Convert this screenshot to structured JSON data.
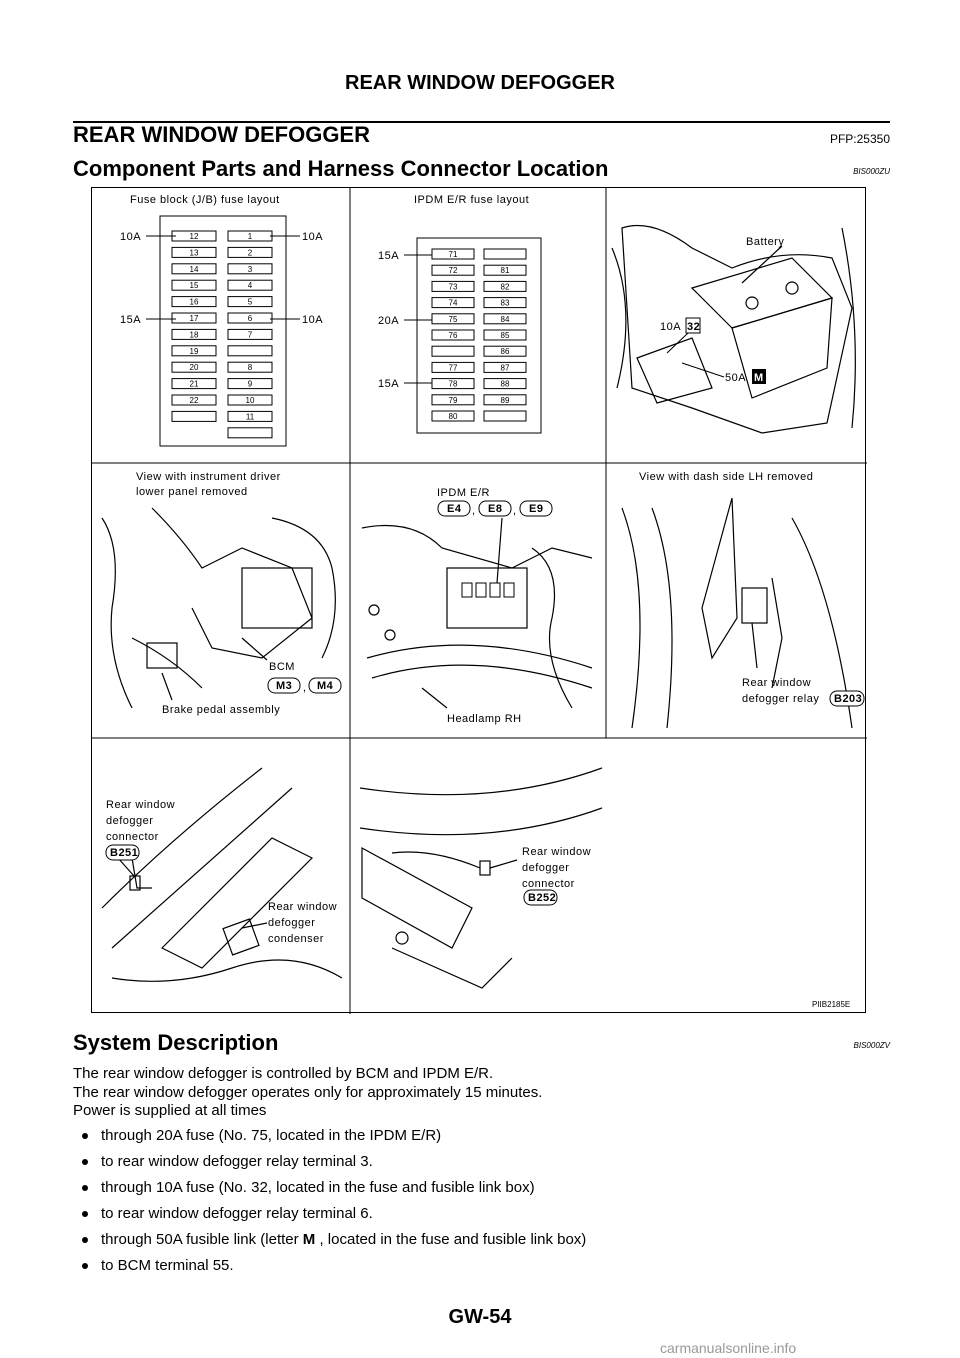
{
  "header": {
    "section_title": "REAR WINDOW DEFOGGER"
  },
  "main": {
    "title": "REAR WINDOW DEFOGGER",
    "pfp_code": "PFP:25350",
    "subtitle": "Component Parts and Harness Connector Location",
    "subtitle_code": "BIS000ZU"
  },
  "figure": {
    "fuse_block_title": "Fuse block (J/B) fuse layout",
    "ipdm_title": "IPDM E/R fuse layout",
    "fuse_block_left": [
      "12",
      "13",
      "14",
      "15",
      "16",
      "17",
      "18",
      "19",
      "20",
      "21",
      "22",
      ""
    ],
    "fuse_block_right": [
      "1",
      "2",
      "3",
      "4",
      "5",
      "6",
      "7",
      "",
      "8",
      "9",
      "10",
      "11",
      ""
    ],
    "fb_label_10a_left": "10A",
    "fb_label_15a_left": "15A",
    "fb_label_10a_right_top": "10A",
    "fb_label_10a_right_mid": "10A",
    "ipdm_left": [
      "71",
      "72",
      "73",
      "74",
      "75",
      "76",
      "",
      "77",
      "78",
      "79",
      "80"
    ],
    "ipdm_right": [
      "",
      "81",
      "82",
      "83",
      "84",
      "85",
      "86",
      "87",
      "88",
      "89",
      ""
    ],
    "ipdm_label_15a_top": "15A",
    "ipdm_label_20a": "20A",
    "ipdm_label_15a_bottom": "15A",
    "battery_label": "Battery",
    "fuse_10a": "10A",
    "fuse_32": "32",
    "fuse_50a": "50A",
    "fuse_m": "M",
    "view_instrument": [
      "View with instrument driver",
      "lower panel removed"
    ],
    "bcm_label": "BCM",
    "conn_m3": "M3",
    "conn_m4": "M4",
    "brake_label": "Brake pedal assembly",
    "ipdm_er_label": "IPDM E/R",
    "conn_e4": "E4",
    "conn_e8": "E8",
    "conn_e9": "E9",
    "headlamp_label": "Headlamp RH",
    "view_dash": "View with dash side LH removed",
    "relay_label": [
      "Rear window",
      "defogger relay"
    ],
    "conn_b203": "B203",
    "defog_conn_left": [
      "Rear window",
      "defogger",
      "connector"
    ],
    "conn_b251": "B251",
    "condenser_label": [
      "Rear window",
      "defogger",
      "condenser"
    ],
    "defog_conn_right": [
      "Rear window",
      "defogger",
      "connector"
    ],
    "conn_b252": "B252",
    "figure_code": "PIIB2185E"
  },
  "system": {
    "title": "System Description",
    "code": "BIS000ZV",
    "paragraphs": [
      "The rear window defogger is controlled by BCM and IPDM E/R.",
      "The rear window defogger  operates only for approximately 15 minutes.",
      "Power is supplied at all times"
    ],
    "bullets": [
      "through 20A fuse (No. 75, located in the IPDM E/R)",
      "to rear window defogger relay terminal 3.",
      "through 10A fuse (No. 32, located in the fuse and fusible link box)",
      "to rear window defogger relay terminal 6.",
      "through 50A fusible link (letter ",
      "to BCM terminal 55."
    ],
    "bullet5_bold": "M",
    "bullet5_tail": " , located in the fuse and fusible link box)"
  },
  "footer": {
    "page_number": "GW-54"
  },
  "watermark": "carmanualsonline.info"
}
